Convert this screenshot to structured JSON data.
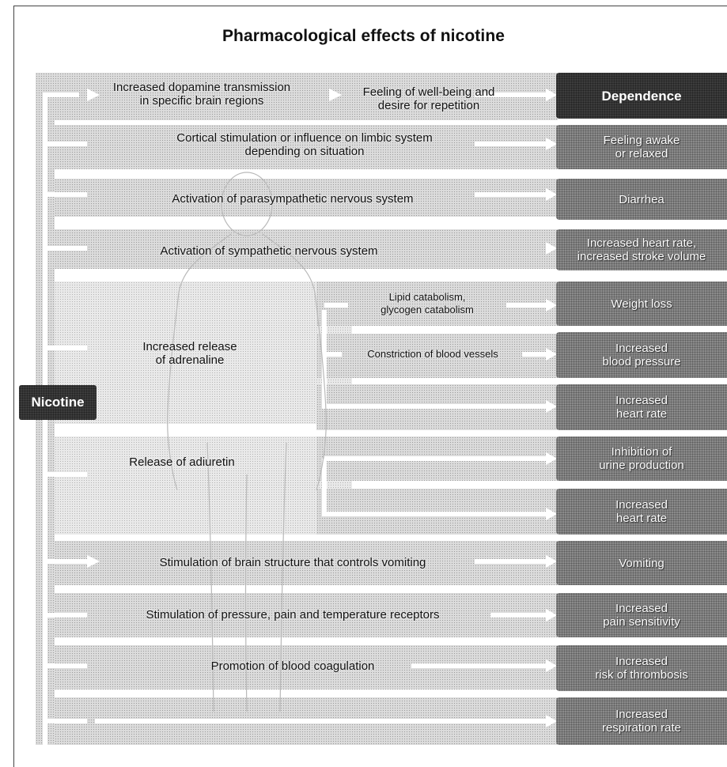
{
  "title": "Pharmacological effects of nicotine",
  "source": "Nicotine",
  "pathways": {
    "dopamine": "Increased dopamine transmission\nin specific brain regions",
    "wellbeing": "Feeling of well-being and\ndesire for repetition",
    "cortical": "Cortical stimulation or influence on limbic system\ndepending on situation",
    "parasympathetic": "Activation of parasympathetic nervous system",
    "sympathetic": "Activation of sympathetic nervous system",
    "adrenaline": "Increased release\nof adrenaline",
    "lipid": "Lipid catabolism,\nglycogen catabolism",
    "constriction": "Constriction of blood vessels",
    "adiuretin": "Release of adiuretin",
    "vomiting_center": "Stimulation of brain structure that controls vomiting",
    "receptors": "Stimulation of pressure, pain and temperature receptors",
    "coagulation": "Promotion of blood coagulation"
  },
  "effects": [
    "Dependence",
    "Feeling awake\nor relaxed",
    "Diarrhea",
    "Increased heart rate,\nincreased stroke volume",
    "Weight loss",
    "Increased\nblood pressure",
    "Increased\nheart rate",
    "Inhibition of\nurine production",
    "Increased\nheart rate",
    "Vomiting",
    "Increased\npain sensitivity",
    "Increased\nrisk of thrombosis",
    "Increased\nrespiration rate"
  ],
  "colors": {
    "dark_box": "#3c3c3c",
    "medium_box": "#8a8a8a",
    "band": "#dcdcdc"
  }
}
